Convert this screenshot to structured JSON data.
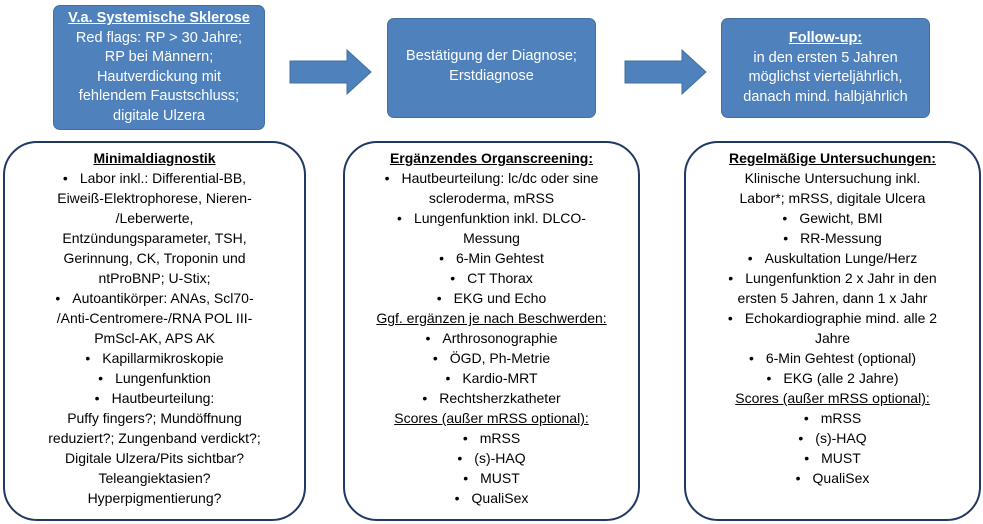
{
  "top": {
    "left": {
      "title": "V.a. Systemische Sklerose",
      "lines": [
        "Red flags: RP > 30 Jahre;",
        "RP bei Männern;",
        "Hautverdickung mit",
        "fehlendem Faustschluss;",
        "digitale Ulzera"
      ]
    },
    "middle": {
      "lines": [
        "Bestätigung der Diagnose;",
        "Erstdiagnose"
      ]
    },
    "right": {
      "title": "Follow-up:",
      "lines": [
        "in den ersten 5 Jahren",
        "möglichst vierteljährlich,",
        "danach mind. halbjährlich"
      ]
    }
  },
  "panels": {
    "left": {
      "lines": [
        {
          "t": "Minimaldiagnostik",
          "k": "hdr"
        },
        {
          "t": "Labor inkl.: Differential-BB,",
          "k": "bullet"
        },
        {
          "t": "Eiweiß-Elektrophorese, Nieren-",
          "k": "cont"
        },
        {
          "t": "/Leberwerte,",
          "k": "cont"
        },
        {
          "t": "Entzündungsparameter, TSH,",
          "k": "cont"
        },
        {
          "t": "Gerinnung, CK, Troponin und",
          "k": "cont"
        },
        {
          "t": "ntProBNP; U-Stix;",
          "k": "cont"
        },
        {
          "t": "Autoantikörper: ANAs, Scl70-",
          "k": "bullet"
        },
        {
          "t": "/Anti-Centromere-/RNA POL III-",
          "k": "cont"
        },
        {
          "t": "PmScl-AK, APS AK",
          "k": "cont"
        },
        {
          "t": "Kapillarmikroskopie",
          "k": "bullet"
        },
        {
          "t": "Lungenfunktion",
          "k": "bullet"
        },
        {
          "t": "Hautbeurteilung:",
          "k": "bullet"
        },
        {
          "t": "Puffy fingers?; Mundöffnung",
          "k": "cont"
        },
        {
          "t": "reduziert?; Zungenband verdickt?;",
          "k": "cont"
        },
        {
          "t": "Digitale Ulzera/Pits sichtbar?",
          "k": "cont"
        },
        {
          "t": "Teleangiektasien?",
          "k": "cont"
        },
        {
          "t": "Hyperpigmentierung?",
          "k": "cont"
        }
      ]
    },
    "middle": {
      "lines": [
        {
          "t": "Ergänzendes Organscreening:",
          "k": "hdr"
        },
        {
          "t": "Hautbeurteilung: lc/dc oder sine",
          "k": "bullet"
        },
        {
          "t": "scleroderma, mRSS",
          "k": "cont"
        },
        {
          "t": "Lungenfunktion inkl. DLCO-",
          "k": "bullet"
        },
        {
          "t": "Messung",
          "k": "cont"
        },
        {
          "t": "6-Min Gehtest",
          "k": "bullet"
        },
        {
          "t": "CT Thorax",
          "k": "bullet"
        },
        {
          "t": "EKG und Echo",
          "k": "bullet"
        },
        {
          "t": "Ggf. ergänzen je nach Beschwerden:",
          "k": "sub"
        },
        {
          "t": "Arthrosonographie",
          "k": "bullet"
        },
        {
          "t": "ÖGD, Ph-Metrie",
          "k": "bullet"
        },
        {
          "t": "Kardio-MRT",
          "k": "bullet"
        },
        {
          "t": "Rechtsherzkatheter",
          "k": "bullet"
        },
        {
          "t": "Scores (außer mRSS optional):",
          "k": "sub"
        },
        {
          "t": "mRSS",
          "k": "bullet"
        },
        {
          "t": "(s)-HAQ",
          "k": "bullet"
        },
        {
          "t": "MUST",
          "k": "bullet"
        },
        {
          "t": "QualiSex",
          "k": "bullet"
        }
      ]
    },
    "right": {
      "lines": [
        {
          "t": "Regelmäßige Untersuchungen:",
          "k": "hdr"
        },
        {
          "t": "Klinische Untersuchung inkl.",
          "k": "cont"
        },
        {
          "t": "Labor*; mRSS, digitale Ulcera",
          "k": "cont"
        },
        {
          "t": "Gewicht, BMI",
          "k": "bullet"
        },
        {
          "t": "RR-Messung",
          "k": "bullet"
        },
        {
          "t": "Auskultation Lunge/Herz",
          "k": "bullet"
        },
        {
          "t": "Lungenfunktion 2 x Jahr in den",
          "k": "bullet"
        },
        {
          "t": "ersten 5 Jahren, dann 1 x Jahr",
          "k": "cont"
        },
        {
          "t": "Echokardiographie mind. alle 2",
          "k": "bullet"
        },
        {
          "t": "Jahre",
          "k": "cont"
        },
        {
          "t": "6-Min Gehtest (optional)",
          "k": "bullet"
        },
        {
          "t": "EKG (alle 2 Jahre)",
          "k": "bullet"
        },
        {
          "t": "Scores (außer mRSS optional):",
          "k": "sub"
        },
        {
          "t": "mRSS",
          "k": "bullet"
        },
        {
          "t": "(s)-HAQ",
          "k": "bullet"
        },
        {
          "t": "MUST",
          "k": "bullet"
        },
        {
          "t": "QualiSex",
          "k": "bullet"
        }
      ]
    }
  },
  "colors": {
    "box_fill": "#4f81bd",
    "box_border": "#41719c",
    "panel_border": "#1f3864",
    "arrow": "#4f81bd"
  }
}
